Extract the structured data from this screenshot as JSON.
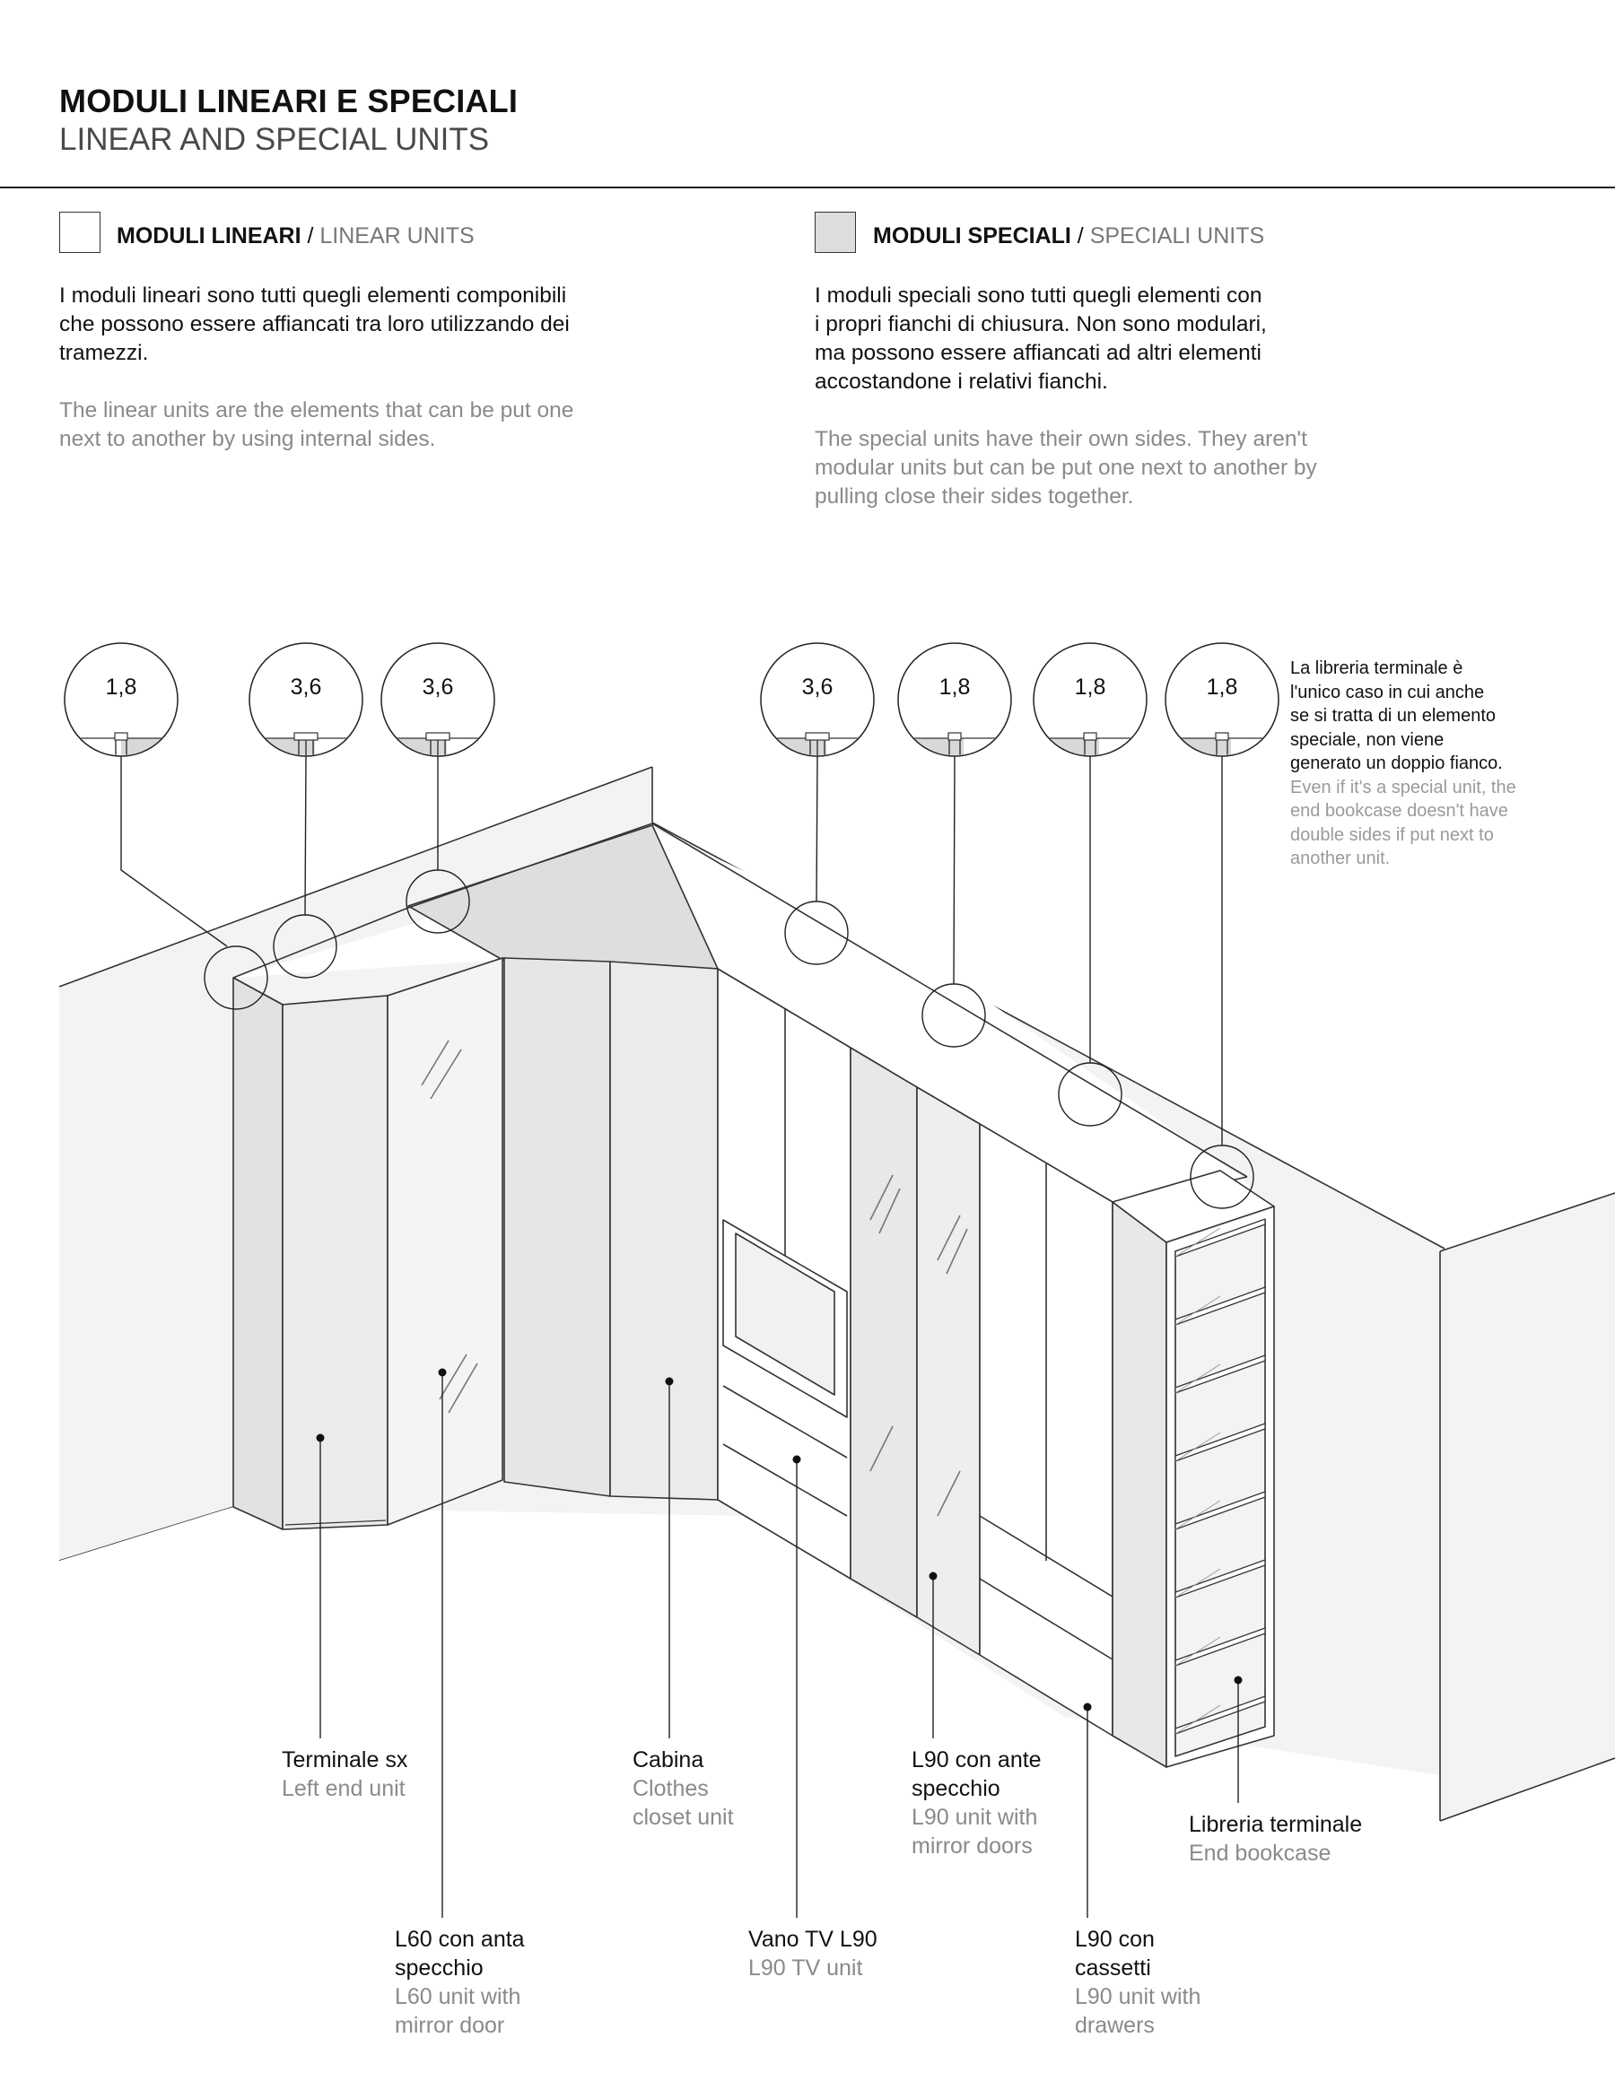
{
  "header": {
    "title_it": "MODULI LINEARI E SPECIALI",
    "title_en": "LINEAR AND SPECIAL UNITS"
  },
  "linear": {
    "heading_it": "MODULI LINEARI",
    "separator": " / ",
    "heading_en": "LINEAR UNITS",
    "swatch_color": "#ffffff",
    "text_it_lines": [
      "I moduli lineari sono tutti quegli elementi componibili",
      "che possono essere affiancati tra loro utilizzando dei",
      "tramezzi."
    ],
    "text_en_lines": [
      "The linear units are the elements that can be put one",
      "next to another by using internal sides."
    ]
  },
  "special": {
    "heading_it": "MODULI SPECIALI",
    "separator": " / ",
    "heading_en": "SPECIALI UNITS",
    "swatch_color": "#dddddd",
    "text_it_lines": [
      "I moduli speciali sono tutti quegli elementi con",
      "i propri fianchi di chiusura. Non sono modulari,",
      "ma possono essere affiancati ad altri elementi",
      "accostandone i relativi fianchi."
    ],
    "text_en_lines": [
      "The special units have their own sides. They aren't",
      "modular units but can be put one next to another by",
      "pulling close their sides together."
    ]
  },
  "note": {
    "it_lines": [
      "La libreria terminale è",
      "l'unico caso in cui anche",
      "se si tratta di un elemento",
      "speciale, non viene",
      "generato un doppio fianco."
    ],
    "en_lines": [
      "Even if it's a special unit, the",
      "end bookcase doesn't have",
      "double sides if put next to",
      "another unit."
    ]
  },
  "details": [
    {
      "value": "1,8",
      "type": "single"
    },
    {
      "value": "3,6",
      "type": "double"
    },
    {
      "value": "3,6",
      "type": "double"
    },
    {
      "value": "3,6",
      "type": "double"
    },
    {
      "value": "1,8",
      "type": "single"
    },
    {
      "value": "1,8",
      "type": "single"
    },
    {
      "value": "1,8",
      "type": "single"
    }
  ],
  "labels": {
    "terminale": {
      "it_lines": [
        "Terminale sx"
      ],
      "en_lines": [
        "Left end unit"
      ]
    },
    "l60": {
      "it_lines": [
        "L60 con anta",
        "specchio"
      ],
      "en_lines": [
        "L60 unit with",
        "mirror door"
      ]
    },
    "cabina": {
      "it_lines": [
        "Cabina"
      ],
      "en_lines": [
        "Clothes",
        "closet unit"
      ]
    },
    "vano": {
      "it_lines": [
        "Vano TV L90"
      ],
      "en_lines": [
        "L90 TV unit"
      ]
    },
    "l90_specchio": {
      "it_lines": [
        "L90 con ante",
        "specchio"
      ],
      "en_lines": [
        "L90 unit with",
        "mirror doors"
      ]
    },
    "l90_cassetti": {
      "it_lines": [
        "L90 con",
        "cassetti"
      ],
      "en_lines": [
        "L90 unit with",
        "drawers"
      ]
    },
    "libreria": {
      "it_lines": [
        "Libreria terminale"
      ],
      "en_lines": [
        "End bookcase"
      ]
    }
  }
}
